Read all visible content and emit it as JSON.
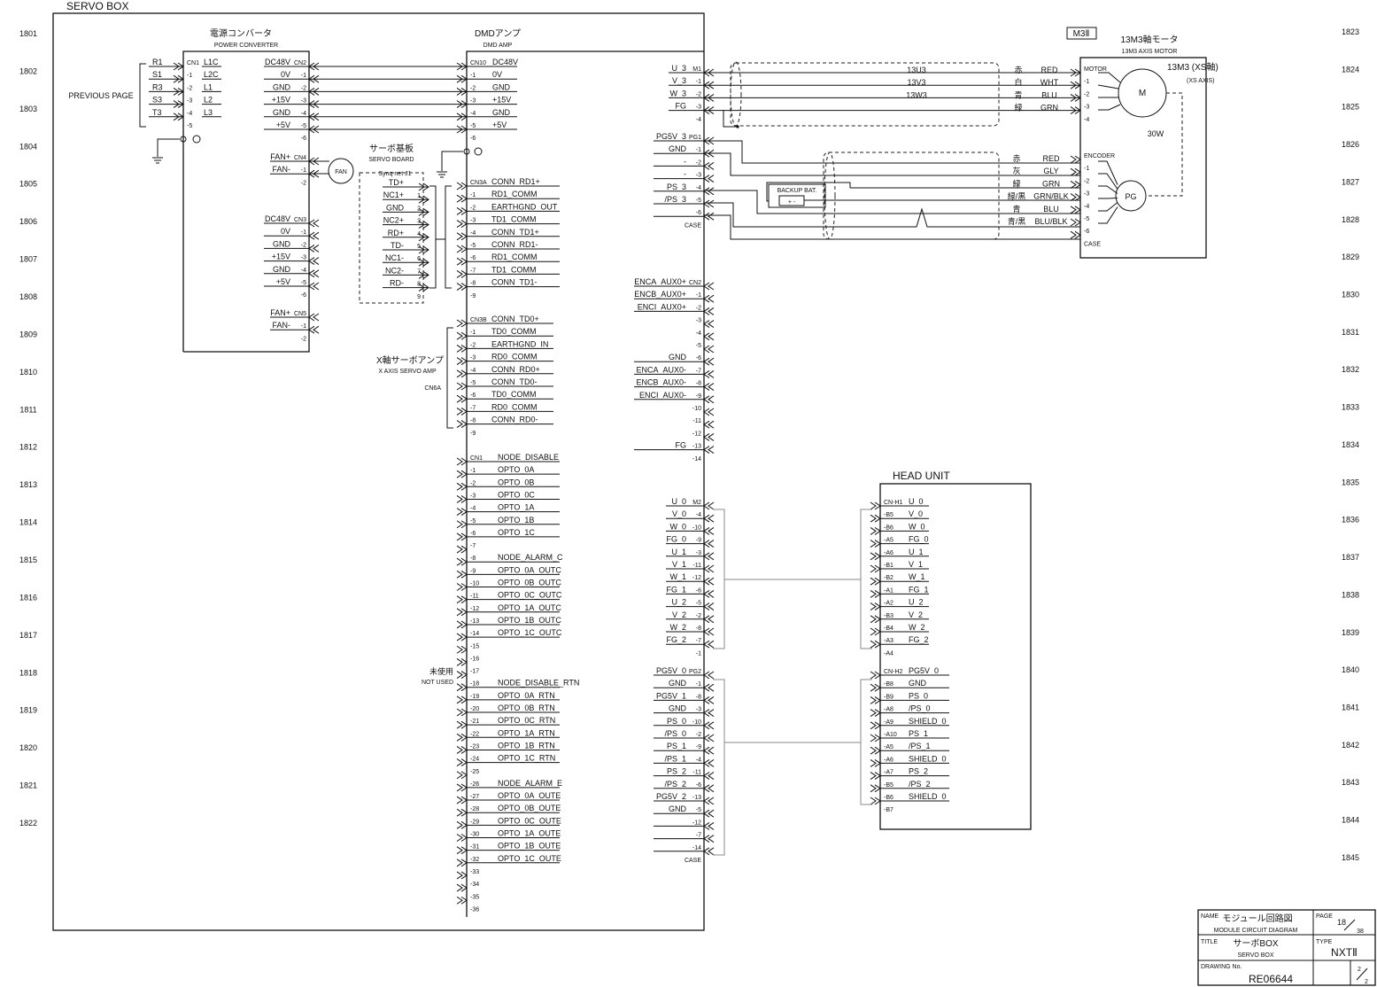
{
  "frame_title": "SERVO BOX",
  "row_numbers_left": [
    "1801",
    "1802",
    "1803",
    "1804",
    "1805",
    "1806",
    "1807",
    "1808",
    "1809",
    "1810",
    "1811",
    "1812",
    "1813",
    "1814",
    "1815",
    "1816",
    "1817",
    "1818",
    "1819",
    "1820",
    "1821",
    "1822"
  ],
  "row_numbers_right": [
    "1823",
    "1824",
    "1825",
    "1826",
    "1827",
    "1828",
    "1829",
    "1830",
    "1831",
    "1832",
    "1833",
    "1834",
    "1835",
    "1836",
    "1837",
    "1838",
    "1839",
    "1840",
    "1841",
    "1842",
    "1843",
    "1844",
    "1845"
  ],
  "power_converter": {
    "title_jp": "電源コンバータ",
    "title_en": "POWER CONVERTER",
    "previous_page": "PREVIOUS PAGE",
    "fan": "FAN"
  },
  "dmd_amp": {
    "title_jp": "DMDアンプ",
    "title_en": "DMD AMP"
  },
  "servo_board": {
    "title_jp": "サーボ基板",
    "title_en": "SERVO BOARD",
    "connector": "Synq net J1"
  },
  "x_axis_amp": {
    "title_jp": "X軸サーボアンプ",
    "title_en": "X AXIS SERVO AMP",
    "connector": "CN6A"
  },
  "not_used": {
    "jp": "未使用",
    "en": "NOT USED"
  },
  "head_unit": {
    "title": "HEAD UNIT"
  },
  "motor": {
    "tag": "M3Ⅱ",
    "title_jp": "13M3軸モータ",
    "title_en": "13M3 AXIS MOTOR",
    "axis_jp": "13M3 (XS軸)",
    "axis_en": "(XS AXIS)",
    "power": "30W",
    "m_symbol": "M",
    "pg_symbol": "PG",
    "cables": [
      "13U3",
      "13V3",
      "13W3"
    ],
    "motor_wires": [
      {
        "jp": "赤",
        "en": "RED"
      },
      {
        "jp": "白",
        "en": "WHT"
      },
      {
        "jp": "青",
        "en": "BLU"
      },
      {
        "jp": "緑",
        "en": "GRN"
      }
    ],
    "encoder_wires": [
      {
        "jp": "赤",
        "en": "RED"
      },
      {
        "jp": "灰",
        "en": "GLY"
      },
      {
        "jp": "緑",
        "en": "GRN"
      },
      {
        "jp": "緑/黒",
        "en": "GRN/BLK"
      },
      {
        "jp": "青",
        "en": "BLU"
      },
      {
        "jp": "青/黒",
        "en": "BLU/BLK"
      }
    ],
    "backup_bat": "BACKUP BAT.",
    "bat_symbol": "+ -"
  },
  "connectors": {
    "pc_cn1": {
      "pins": [
        "CN1",
        "-1",
        "-2",
        "-3",
        "-4",
        "-5"
      ],
      "labels": [
        "R1",
        "S1",
        "R3",
        "S3",
        "T3"
      ],
      "labels2": [
        "L1C",
        "L2C",
        "L1",
        "L2",
        "L3"
      ]
    },
    "pc_cn2": {
      "pins": [
        "CN2",
        "-1",
        "-2",
        "-3",
        "-4",
        "-5",
        "-6"
      ],
      "labels": [
        "DC48V",
        "0V",
        "GND",
        "+15V",
        "GND",
        "+5V"
      ]
    },
    "dmd_cn10": {
      "pins": [
        "CN10",
        "-1",
        "-2",
        "-3",
        "-4",
        "-5",
        "-6"
      ],
      "labels": [
        "DC48V",
        "0V",
        "GND",
        "+15V",
        "GND",
        "+5V"
      ]
    },
    "pc_cn4": {
      "pins": [
        "CN4",
        "-1",
        "-2"
      ],
      "labels": [
        "FAN+",
        "FAN-"
      ]
    },
    "pc_cn3": {
      "pins": [
        "CN3",
        "-1",
        "-2",
        "-3",
        "-4",
        "-5",
        "-6"
      ],
      "labels": [
        "DC48V",
        "0V",
        "GND",
        "+15V",
        "GND",
        "+5V"
      ]
    },
    "pc_cn5": {
      "pins": [
        "CN5",
        "-1",
        "-2"
      ],
      "labels": [
        "FAN+",
        "FAN-"
      ]
    },
    "sb_j1": {
      "pins": [
        "",
        "1",
        "2",
        "3",
        "4",
        "5",
        "6",
        "7",
        "8",
        "9"
      ],
      "labels": [
        "TD+",
        "NC1+",
        "GND",
        "NC2+",
        "RD+",
        "TD-",
        "NC1-",
        "NC2-",
        "RD-"
      ]
    },
    "dmd_cn3a": {
      "pins": [
        "CN3A",
        "-1",
        "-2",
        "-3",
        "-4",
        "-5",
        "-6",
        "-7",
        "-8",
        "-9"
      ],
      "labels": [
        "CONN_RD1+",
        "RD1_COMM",
        "EARTHGND_OUT",
        "TD1_COMM",
        "CONN_TD1+",
        "CONN_RD1-",
        "RD1_COMM",
        "TD1_COMM",
        "CONN_TD1-"
      ]
    },
    "dmd_cn3b": {
      "pins": [
        "CN3B",
        "-1",
        "-2",
        "-3",
        "-4",
        "-5",
        "-6",
        "-7",
        "-8",
        "-9"
      ],
      "labels": [
        "CONN_TD0+",
        "TD0_COMM",
        "EARTHGND_IN",
        "RD0_COMM",
        "CONN_RD0+",
        "CONN_TD0-",
        "TD0_COMM",
        "RD0_COMM",
        "CONN_RD0-"
      ]
    },
    "dmd_cn1": {
      "pins": [
        "CN1",
        "-1",
        "-2",
        "-3",
        "-4",
        "-5",
        "-6",
        "-7",
        "-8",
        "-9",
        "-10",
        "-11",
        "-12",
        "-13",
        "-14",
        "-15",
        "-16",
        "-17",
        "-18",
        "-19",
        "-20",
        "-21",
        "-22",
        "-23",
        "-24",
        "-25",
        "-26",
        "-27",
        "-28",
        "-29",
        "-30",
        "-31",
        "-32",
        "-33",
        "-34",
        "-35",
        "-36"
      ],
      "labels": [
        "NODE_DISABLE",
        "OPTO_0A",
        "OPTO_0B",
        "OPTO_0C",
        "OPTO_1A",
        "OPTO_1B",
        "OPTO_1C",
        "",
        "NODE_ALARM_C",
        "OPTO_0A_OUTC",
        "OPTO_0B_OUTC",
        "OPTO_0C_OUTC",
        "OPTO_1A_OUTC",
        "OPTO_1B_OUTC",
        "OPTO_1C_OUTC",
        "",
        "",
        "",
        "NODE_DISABLE_RTN",
        "OPTO_0A_RTN",
        "OPTO_0B_RTN",
        "OPTO_0C_RTN",
        "OPTO_1A_RTN",
        "OPTO_1B_RTN",
        "OPTO_1C_RTN",
        "",
        "NODE_ALARM_E",
        "OPTO_0A_OUTE",
        "OPTO_0B_OUTE",
        "OPTO_0C_OUTE",
        "OPTO_1A_OUTE",
        "OPTO_1B_OUTE",
        "OPTO_1C_OUTE",
        "",
        "",
        ""
      ]
    },
    "dmd_m1": {
      "pins": [
        "M1",
        "-1",
        "-2",
        "-3",
        "-4"
      ],
      "labels": [
        "U_3",
        "V_3",
        "W_3",
        "FG"
      ]
    },
    "dmd_pg1": {
      "pins": [
        "PG1",
        "-1",
        "-2",
        "-3",
        "-4",
        "-5",
        "-6",
        "CASE"
      ],
      "labels": [
        "PG5V_3",
        "GND",
        "-",
        "-",
        "PS_3",
        "/PS_3",
        ""
      ]
    },
    "dmd_cn2": {
      "pins": [
        "CN2",
        "-1",
        "-2",
        "-3",
        "-4",
        "-5",
        "-6",
        "-7",
        "-8",
        "-9",
        "-10",
        "-11",
        "-12",
        "-13",
        "-14"
      ],
      "labels": [
        "ENCA_AUX0+",
        "ENCB_AUX0+",
        "ENCI_AUX0+",
        "",
        "",
        "",
        "GND",
        "ENCA_AUX0-",
        "ENCB_AUX0-",
        "ENCI_AUX0-",
        "",
        "",
        "",
        "FG"
      ]
    },
    "dmd_m2": {
      "pins": [
        "M2",
        "-4",
        "-10",
        "-9",
        "-3",
        "-11",
        "-12",
        "-6",
        "-5",
        "-2",
        "-8",
        "-7",
        "-1"
      ],
      "labels": [
        "U_0",
        "V_0",
        "W_0",
        "FG_0",
        "U_1",
        "V_1",
        "W_1",
        "FG_1",
        "U_2",
        "V_2",
        "W_2",
        "FG_2"
      ]
    },
    "dmd_pg2": {
      "pins": [
        "PG2",
        "-1",
        "-8",
        "-3",
        "-10",
        "-2",
        "-9",
        "-4",
        "-11",
        "-6",
        "-13",
        "-5",
        "-12",
        "-7",
        "-14",
        "CASE"
      ],
      "labels": [
        "PG5V_0",
        "GND",
        "PG5V_1",
        "GND",
        "PS_0",
        "/PS_0",
        "PS_1",
        "/PS_1",
        "PS_2",
        "/PS_2",
        "PG5V_2",
        "GND",
        "",
        "",
        ""
      ]
    },
    "hu_h1": {
      "pins": [
        "CN-H1",
        "-B5",
        "-B6",
        "-A5",
        "-A6",
        "-B1",
        "-B2",
        "-A1",
        "-A2",
        "-B3",
        "-B4",
        "-A3",
        "-A4"
      ],
      "labels": [
        "U_0",
        "V_0",
        "W_0",
        "FG_0",
        "U_1",
        "V_1",
        "W_1",
        "FG_1",
        "U_2",
        "V_2",
        "W_2",
        "FG_2"
      ]
    },
    "hu_h2": {
      "pins": [
        "CN-H2",
        "-B8",
        "-B9",
        "-A8",
        "-A9",
        "-A10",
        "-A5",
        "-A6",
        "-A7",
        "-B5",
        "-B6",
        "-B7"
      ],
      "labels": [
        "PG5V_0",
        "GND",
        "PS_0",
        "/PS_0",
        "SHIELD_0",
        "PS_1",
        "/PS_1",
        "SHIELD_0",
        "PS_2",
        "/PS_2",
        "SHIELD_0"
      ]
    },
    "mot_motor": {
      "pins": [
        "MOTOR",
        "-1",
        "-2",
        "-3",
        "-4"
      ],
      "labels": [
        "",
        "",
        "",
        ""
      ]
    },
    "mot_enc": {
      "pins": [
        "ENCODER",
        "-1",
        "-2",
        "-3",
        "-4",
        "-5",
        "-6",
        "CASE"
      ],
      "labels": [
        "",
        "",
        "",
        "",
        "",
        "",
        ""
      ]
    }
  },
  "title_block": {
    "name_label": "NAME",
    "name_jp": "モジュール回路図",
    "name_en": "MODULE CIRCUIT DIAGRAM",
    "page_label": "PAGE",
    "page": "18",
    "page_total": "38",
    "title_label": "TITLE",
    "title_jp": "サーボBOX",
    "title_en": "SERVO BOX",
    "type_label": "TYPE",
    "type": "NXTⅡ",
    "drawing_label": "DRAWING No.",
    "drawing_no": "RE06644",
    "sheet": "2",
    "sheet_total": "2"
  }
}
